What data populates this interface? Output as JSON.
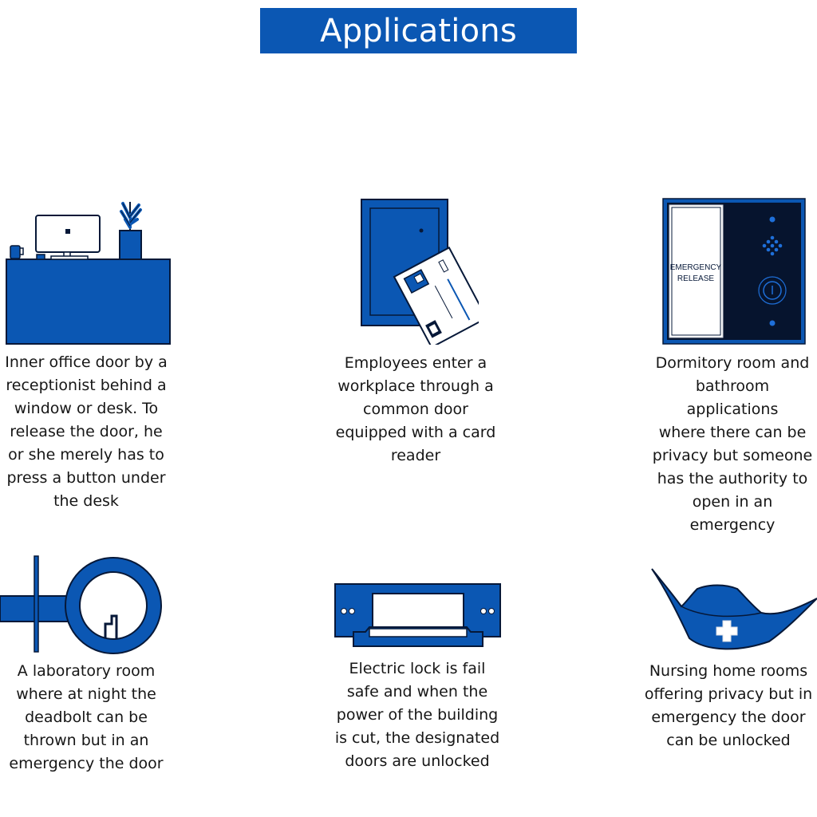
{
  "title": "Applications",
  "colors": {
    "title_bg": "#0b57b3",
    "title_text": "#ffffff",
    "icon_fill": "#0b57b3",
    "icon_outline": "#061838",
    "panel_dark": "#06142e",
    "caption_text": "#161616"
  },
  "applications": [
    {
      "icon": "reception-desk-icon",
      "caption": "Inner office door by a\nreceptionist behind a\nwindow or desk. To\nrelease the door, he\nor she merely has to\npress a button under\nthe desk"
    },
    {
      "icon": "card-reader-door-icon",
      "caption": "Employees enter a\nworkplace through a\ncommon door\nequipped with a card\nreader"
    },
    {
      "icon": "emergency-release-panel-icon",
      "panel_label_line1": "EMERGENCY",
      "panel_label_line2": "RELEASE",
      "caption": "Dormitory room and\nbathroom applications\nwhere there can be\nprivacy but someone\nhas the authority to\nopen in an emergency"
    },
    {
      "icon": "deadbolt-lock-icon",
      "caption": "A laboratory room\nwhere at night the\ndeadbolt can be\nthrown but in an\nemergency the door"
    },
    {
      "icon": "electric-strike-icon",
      "caption": "Electric lock is fail\nsafe and when the\npower of the building\nis cut, the designated\ndoors are unlocked"
    },
    {
      "icon": "nurse-cap-icon",
      "caption": "Nursing home rooms\noffering privacy but in\nemergency the door\ncan be unlocked"
    }
  ]
}
